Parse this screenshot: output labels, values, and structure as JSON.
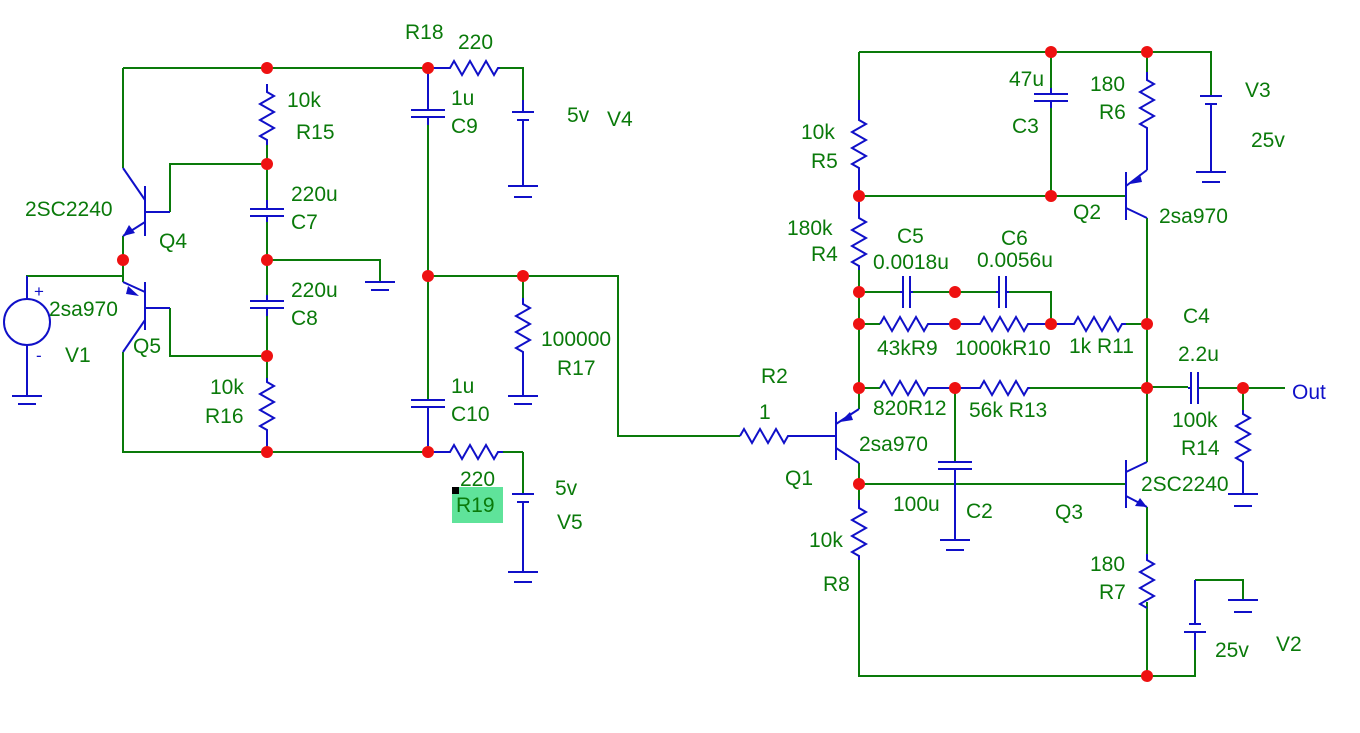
{
  "canvas": {
    "background": "#ffffff",
    "wire_color": "#0a7a0a",
    "component_color": "#1010c8",
    "node_color": "#ee1111",
    "label_color": "#0a7a0a",
    "selection_color": "#5fe39a"
  },
  "labels": {
    "r18_name": "R18",
    "r18_value": "220",
    "v4_value": "5v",
    "v4_name": "V4",
    "r15_value": "10k",
    "r15_name": "R15",
    "c9_value": "1u",
    "c9_name": "C9",
    "c7_value": "220u",
    "c7_name": "C7",
    "c8_value": "220u",
    "c8_name": "C8",
    "q4_type": "2SC2240",
    "q4_name": "Q4",
    "q5_type": "2sa970",
    "q5_name": "Q5",
    "v1_name": "V1",
    "v1_plus": "+",
    "v1_minus": "-",
    "r16_value": "10k",
    "r16_name": "R16",
    "r17_value": "100000",
    "r17_name": "R17",
    "c10_value": "1u",
    "c10_name": "C10",
    "r19_value": "220",
    "r19_name": "R19",
    "v5_value": "5v",
    "v5_name": "V5",
    "c3_value": "47u",
    "c3_name": "C3",
    "r6_value": "180",
    "r6_name": "R6",
    "v3_name": "V3",
    "v3_value": "25v",
    "r5_value": "10k",
    "r5_name": "R5",
    "q2_name": "Q2",
    "q2_type": "2sa970",
    "r4_value": "180k",
    "r4_name": "R4",
    "c5_name": "C5",
    "c5_value": "0.0018u",
    "c6_name": "C6",
    "c6_value": "0.0056u",
    "r9_label": "43kR9",
    "r10_label": "1000kR10",
    "r11_label": "1k R11",
    "c4_name": "C4",
    "c4_value": "2.2u",
    "r2_name": "R2",
    "r2_value": "1",
    "r12_label": "820R12",
    "r13_label": "56k R13",
    "out_label": "Out",
    "r14_value": "100k",
    "r14_name": "R14",
    "q1_type": "2sa970",
    "q1_name": "Q1",
    "c2_value": "100u",
    "c2_name": "C2",
    "q3_name": "Q3",
    "q3_type": "2SC2240",
    "r8_value": "10k",
    "r8_name": "R8",
    "r7_value": "180",
    "r7_name": "R7",
    "v2_value": "25v",
    "v2_name": "V2"
  }
}
